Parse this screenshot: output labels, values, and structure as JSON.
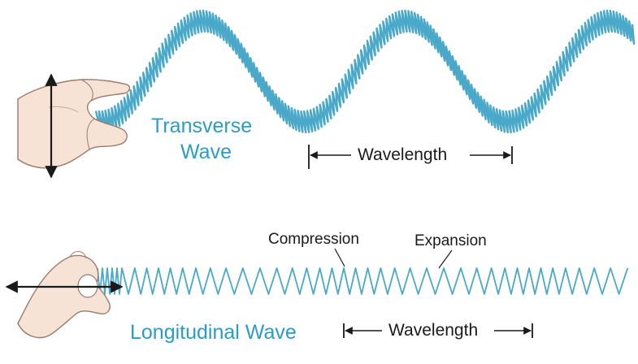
{
  "transverse": {
    "title_line1": "Transverse",
    "title_line2": "Wave",
    "wavelength_label": "Wavelength"
  },
  "longitudinal": {
    "title": "Longitudinal Wave",
    "wavelength_label": "Wavelength",
    "compression_label": "Compression",
    "expansion_label": "Expansion"
  },
  "colors": {
    "spring": "#4aa8c8",
    "spring_dark": "#2f86a8",
    "title_text": "#2a9cc6",
    "arrow": "#1a1a1a",
    "skin": "#f7e3d6",
    "skin_line": "#9a7b6a"
  }
}
